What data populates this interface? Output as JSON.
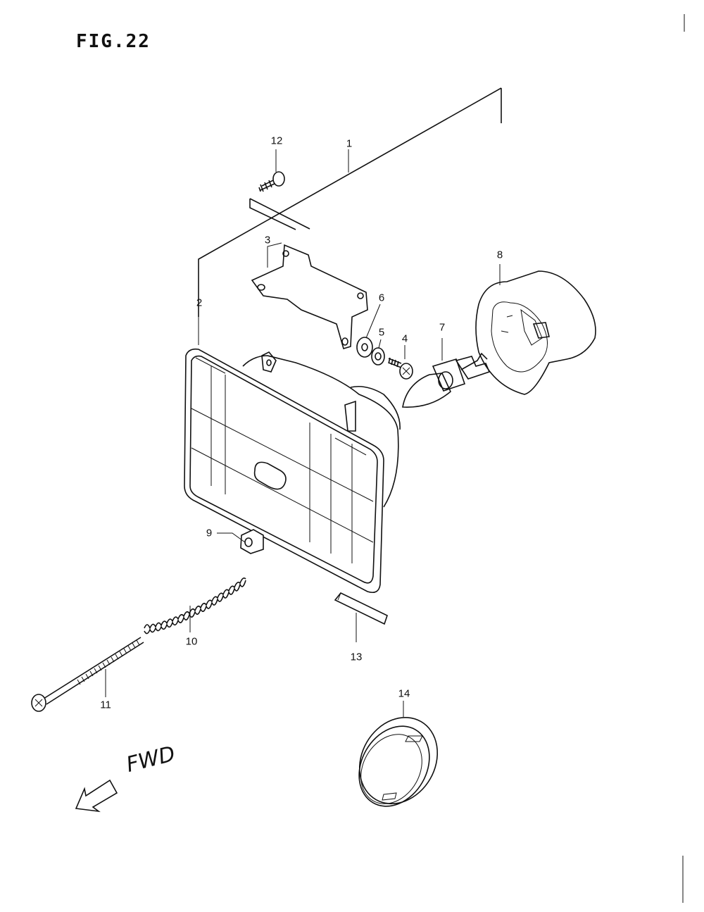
{
  "figure": {
    "title": "FIG.22",
    "direction_label": "FWD"
  },
  "callouts": {
    "c1": "1",
    "c2": "2",
    "c3": "3",
    "c4": "4",
    "c5": "5",
    "c6": "6",
    "c7": "7",
    "c8": "8",
    "c9": "9",
    "c10": "10",
    "c11": "11",
    "c12": "12",
    "c13": "13",
    "c14": "14"
  }
}
